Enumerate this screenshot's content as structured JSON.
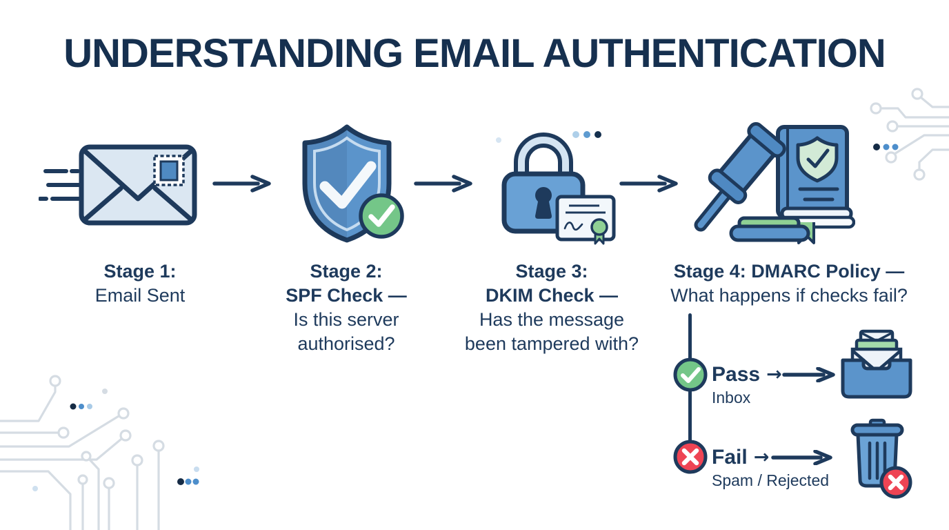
{
  "title": "UNDERSTANDING EMAIL AUTHENTICATION",
  "arrow_glyph": "→",
  "stages": [
    {
      "name": "Stage 1",
      "icon": "email-sent-envelope-icon",
      "heading": "Stage 1:",
      "description": "Email Sent"
    },
    {
      "name": "Stage 2",
      "icon": "spf-shield-check-icon",
      "heading": "Stage 2:",
      "subheading": "SPF Check —",
      "question": "Is this server authorised?"
    },
    {
      "name": "Stage 3",
      "icon": "dkim-padlock-certificate-icon",
      "heading": "Stage 3:",
      "subheading": "DKIM Check —",
      "question": "Has the message been tampered with?"
    },
    {
      "name": "Stage 4",
      "icon": "dmarc-gavel-policy-book-icon",
      "heading": "Stage 4: DMARC Policy —",
      "question": "What happens if checks fail?"
    }
  ],
  "outcomes": [
    {
      "label": "Pass",
      "destination": "Inbox",
      "badge": "green-check",
      "icon": "inbox-tray-icon"
    },
    {
      "label": "Fail",
      "destination": "Spam / Rejected",
      "badge": "red-cross",
      "icon": "trash-bin-icon"
    }
  ],
  "colors": {
    "background": "#ffffff",
    "navy_outline": "#1e3a5c",
    "title_navy": "#16304f",
    "mid_blue": "#5b94cb",
    "dark_blue": "#4f89c2",
    "light_blue_fill": "#dde9f4",
    "green": "#74c688",
    "light_green": "#d2ead6",
    "red": "#ee4454",
    "circuit_gray": "#d5dce3",
    "dot_blue": "#4d8ecb",
    "dot_light_blue": "#a9cbe7",
    "dot_navy": "#152b45"
  }
}
